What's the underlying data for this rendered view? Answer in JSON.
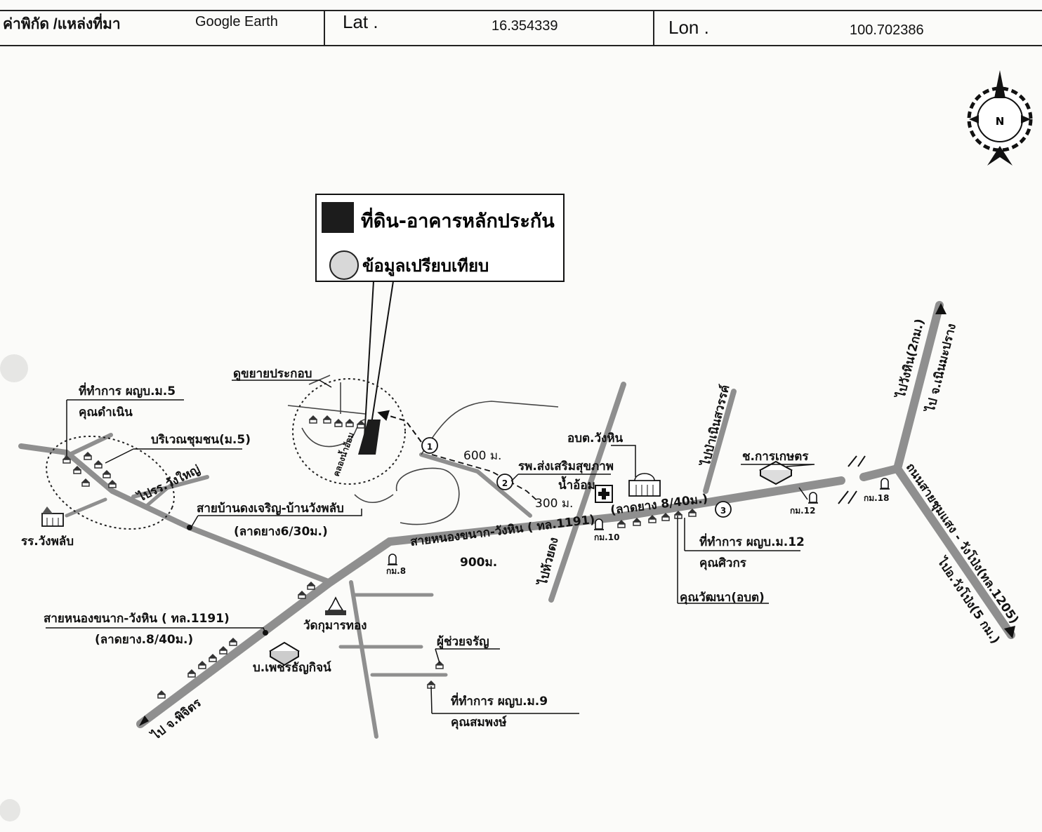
{
  "header": {
    "source_label": "ค่าพิกัด /แหล่งที่มา",
    "source_value": "Google Earth",
    "lat_label": "Lat .",
    "lat_value": "16.354339",
    "lon_label": "Lon .",
    "lon_value": "100.702386"
  },
  "legend": {
    "subject_label": "ที่ดิน-อาคารหลักประกัน",
    "comparable_label": "ข้อมูลเปรียบเทียบ"
  },
  "compass": {
    "north": "N"
  },
  "labels": {
    "village5_office": "ที่ทำการ ผญบ.ม.5",
    "village5_head": "คุณดำเนิน",
    "community_area": "บริเวณชุมชน(ม.5)",
    "to_school_wangyai": "ไปรร.วังใหญ่",
    "school_wangphlap": "รร.วังพลับ",
    "road_dongcharoen": "สายบ้านดงเจริญ-บ้านวังพลับ",
    "road_dongcharoen_spec": "(ลาดยาง6/30ม.)",
    "land_expansion": "ดูขยายประกอบ",
    "canal": "คลองน้ำอ้อม",
    "marker1": "1",
    "marker2": "2",
    "marker3": "3",
    "dist_600": "600 ม.",
    "dist_300": "300 ม.",
    "dist_900": "900ม.",
    "hospital": "รพ.ส่งเสริมสุขภาพ",
    "hospital2": "น้ำอ้อม",
    "sao_wanghin": "อบต.วังหิน",
    "main_road_center": "สายหนองขนาก-วังหิน ( ทล.1191)",
    "main_road_center_spec": "(ลาดยาง 8/40ม.)",
    "to_huaidong": "ไปห้วยดง",
    "to_pa_noen": "ไปป่าเนินสวรรค์",
    "agri_shop": "ช.การเกษตร",
    "km10": "กม.10",
    "km8": "กม.8",
    "km12": "กม.12",
    "km18": "กม.18",
    "village12_office": "ที่ทำการ ผญบ.ม.12",
    "village12_head": "คุณศิวกร",
    "khun_wattana": "คุณวัฒนา(อบต)",
    "to_wanghin": "ไปวังหิน(2กม.)",
    "to_noenmaprang": "ไป จ.เนินมะปราง",
    "road_chumsaeng": "ถนนสายชุมแสง - วังโป่ง(ทล.1205)",
    "to_wangpong": "ไปอ.วังโป่ง(5 กม.)",
    "wat_kumarn": "วัดกุมารทอง",
    "main_road_sw": "สายหนองขนาก-วังหิน ( ทล.1191)",
    "main_road_sw_spec": "(ลาดยาง.8/40ม.)",
    "petch_company": "บ.เพชรธัญกิจน์",
    "assistant_head": "ผู้ช่วยจรัญ",
    "village9_office": "ที่ทำการ ผญบ.ม.9",
    "village9_head": "คุณสมพงษ์",
    "to_phichit": "ไป จ.พิจิตร"
  },
  "colors": {
    "road": "#8f8f8f",
    "road_edge": "#6c6c6c",
    "subject": "#1c1c1c",
    "comparable": "#d8d8d8",
    "ink": "#111111"
  }
}
